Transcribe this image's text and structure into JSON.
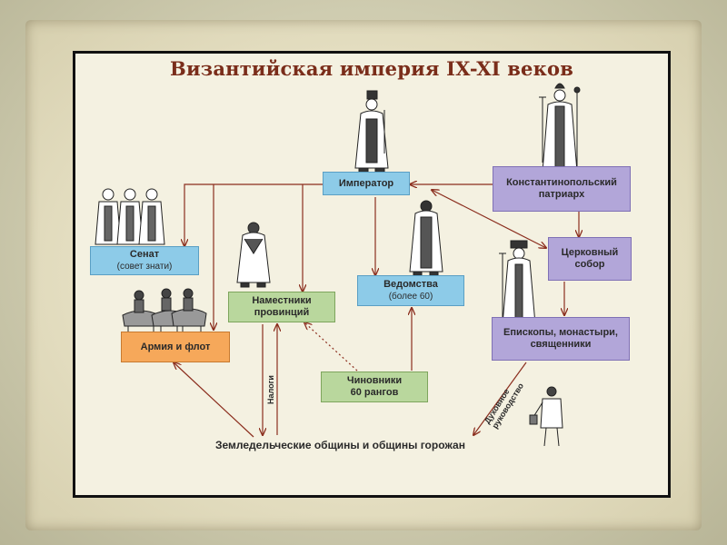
{
  "title": "Византийская империя IX-XI веков",
  "boxes": {
    "emperor": "Император",
    "patriarch_line1": "Константинопольский",
    "patriarch_line2": "патриарх",
    "senate": "Сенат",
    "senate_sub": "(совет знати)",
    "governors_line1": "Наместники",
    "governors_line2": "провинций",
    "ministries": "Ведомства",
    "ministries_sub": "(более 60)",
    "church_council_line1": "Церковный",
    "church_council_line2": "собор",
    "bishops_line1": "Епископы, монастыри,",
    "bishops_line2": "священники",
    "army": "Армия и флот",
    "officials_line1": "Чиновники",
    "officials_line2": "60 рангов"
  },
  "labels": {
    "taxes": "Налоги",
    "spiritual_line1": "Духовное",
    "spiritual_line2": "руководство",
    "communities": "Земледельческие общины и общины горожан"
  },
  "colors": {
    "title": "#7a2d1a",
    "blue_box": "#8dcbe8",
    "purple_box": "#b2a6d9",
    "green_box": "#b9d79d",
    "orange_box": "#f6a85a",
    "arrow": "#8b2e1e"
  },
  "figures": [
    "emperor-figure",
    "patriarch-figure",
    "senators-figure",
    "governor-figure",
    "official-figure",
    "bishop-figure",
    "cavalry-figure",
    "peasant-figure"
  ]
}
